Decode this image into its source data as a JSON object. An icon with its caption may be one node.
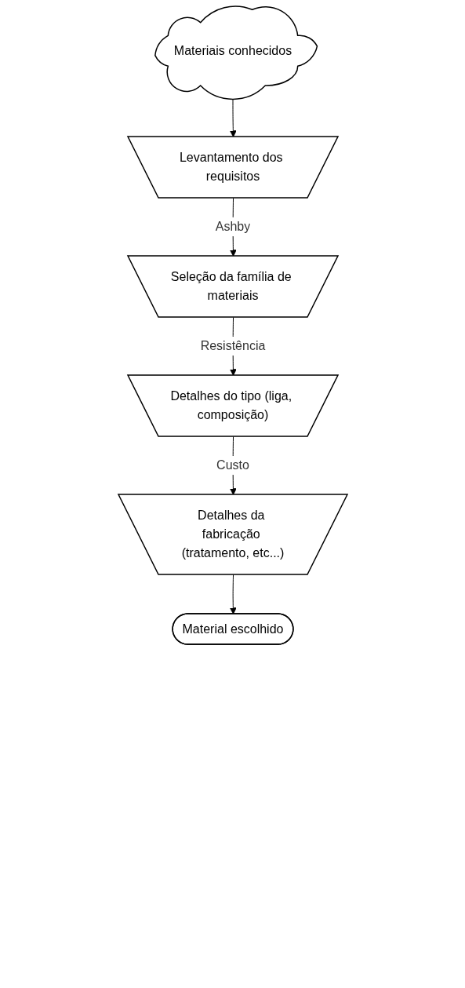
{
  "diagram": {
    "nodes": [
      {
        "text": [
          "Materiais conhecidos"
        ]
      },
      {
        "text": [
          "Levantamento dos requisitos"
        ]
      },
      {
        "text": [
          "Seleção da família de materiais"
        ]
      },
      {
        "text": [
          "Detalhes do tipo (liga, composição)"
        ]
      },
      {
        "text": [
          "Detalhes da fabricação (tratamento, etc...)"
        ]
      },
      {
        "text": [
          "Material escolhido"
        ]
      }
    ],
    "edges": [
      {
        "from": 0,
        "to": 1,
        "arrow": "to"
      },
      {
        "from": 1,
        "to": 2,
        "arrow": "to",
        "label": "Ashby"
      },
      {
        "from": 2,
        "to": 3,
        "arrow": "to",
        "label": "Resistência"
      },
      {
        "from": 3,
        "to": 4,
        "arrow": "to",
        "label": "Custo"
      },
      {
        "from": 4,
        "to": 5,
        "arrow": "to"
      }
    ]
  }
}
